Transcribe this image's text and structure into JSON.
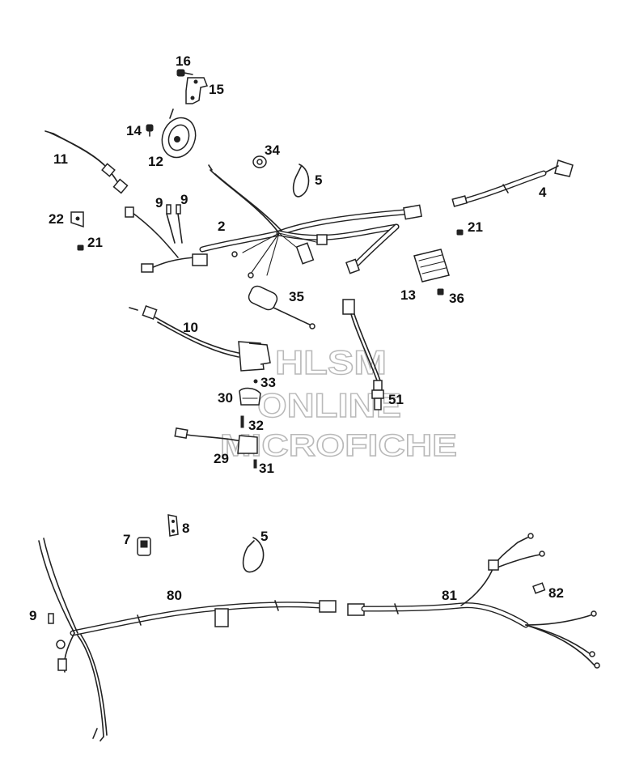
{
  "watermark": {
    "line1": "HLSM",
    "line2": "ONLINE",
    "line3": "MICROFICHE"
  },
  "callouts": [
    {
      "id": "16",
      "text": "16"
    },
    {
      "id": "15",
      "text": "15"
    },
    {
      "id": "14",
      "text": "14"
    },
    {
      "id": "12",
      "text": "12"
    },
    {
      "id": "11",
      "text": "11"
    },
    {
      "id": "34",
      "text": "34"
    },
    {
      "id": "5a",
      "text": "5"
    },
    {
      "id": "4",
      "text": "4"
    },
    {
      "id": "9a",
      "text": "9"
    },
    {
      "id": "9b",
      "text": "9"
    },
    {
      "id": "22",
      "text": "22"
    },
    {
      "id": "2",
      "text": "2"
    },
    {
      "id": "21a",
      "text": "21"
    },
    {
      "id": "21b",
      "text": "21"
    },
    {
      "id": "13",
      "text": "13"
    },
    {
      "id": "36",
      "text": "36"
    },
    {
      "id": "35",
      "text": "35"
    },
    {
      "id": "10",
      "text": "10"
    },
    {
      "id": "33",
      "text": "33"
    },
    {
      "id": "30",
      "text": "30"
    },
    {
      "id": "51",
      "text": "51"
    },
    {
      "id": "32",
      "text": "32"
    },
    {
      "id": "29",
      "text": "29"
    },
    {
      "id": "31",
      "text": "31"
    },
    {
      "id": "8",
      "text": "8"
    },
    {
      "id": "7",
      "text": "7"
    },
    {
      "id": "5b",
      "text": "5"
    },
    {
      "id": "80",
      "text": "80"
    },
    {
      "id": "81",
      "text": "81"
    },
    {
      "id": "82",
      "text": "82"
    },
    {
      "id": "9c",
      "text": "9"
    }
  ]
}
